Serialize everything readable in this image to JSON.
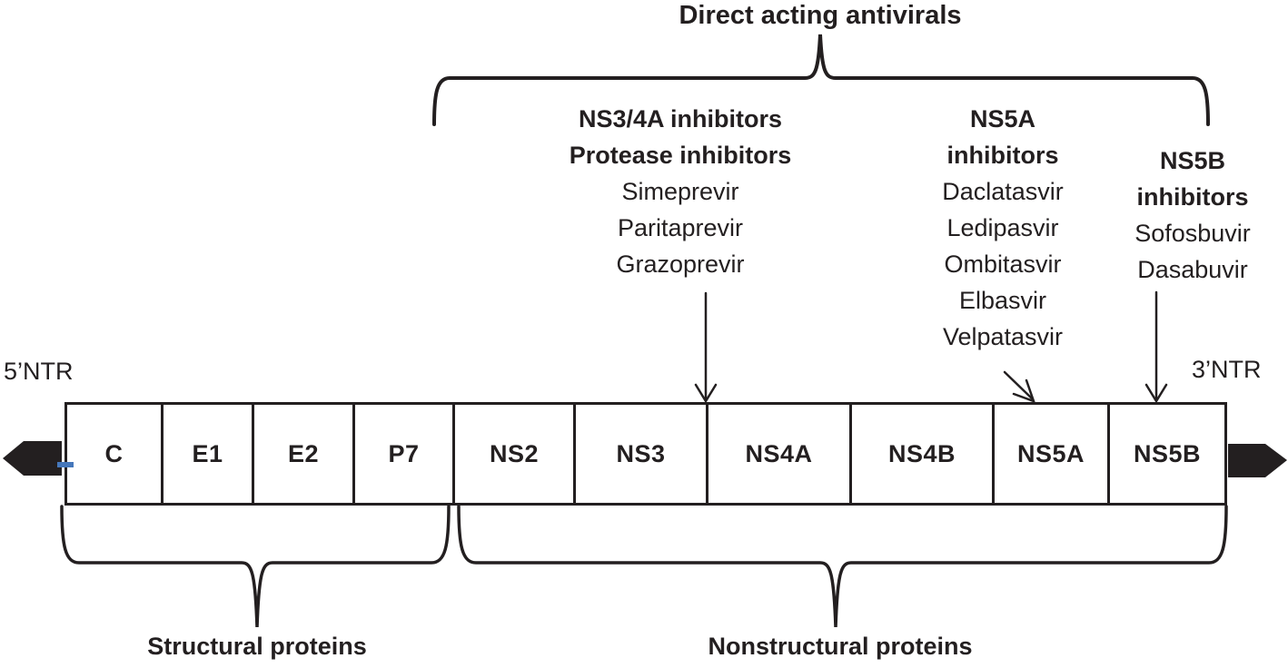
{
  "figure": {
    "title": "Direct acting antivirals"
  },
  "drug_groups": {
    "ns34a": {
      "heading1": "NS3/4A inhibitors",
      "heading2": "Protease inhibitors",
      "drugs": [
        "Simeprevir",
        "Paritaprevir",
        "Grazoprevir"
      ]
    },
    "ns5a": {
      "heading1": "NS5A",
      "heading2": "inhibitors",
      "drugs": [
        "Daclatasvir",
        "Ledipasvir",
        "Ombitasvir",
        "Elbasvir",
        "Velpatasvir"
      ]
    },
    "ns5b": {
      "heading1": "NS5B",
      "heading2": "inhibitors",
      "drugs": [
        "Sofosbuvir",
        "Dasabuvir"
      ]
    }
  },
  "genome": {
    "left_label": "5’NTR",
    "right_label": "3’NTR",
    "segments": [
      {
        "label": "C"
      },
      {
        "label": "E1"
      },
      {
        "label": "E2"
      },
      {
        "label": "P7"
      },
      {
        "label": "NS2"
      },
      {
        "label": "NS3"
      },
      {
        "label": "NS4A"
      },
      {
        "label": "NS4B"
      },
      {
        "label": "NS5A"
      },
      {
        "label": "NS5B"
      }
    ]
  },
  "groups": {
    "structural": "Structural proteins",
    "nonstructural": "Nonstructural proteins"
  },
  "colors": {
    "ink": "#231f20",
    "accent_blue": "#4577bb"
  }
}
